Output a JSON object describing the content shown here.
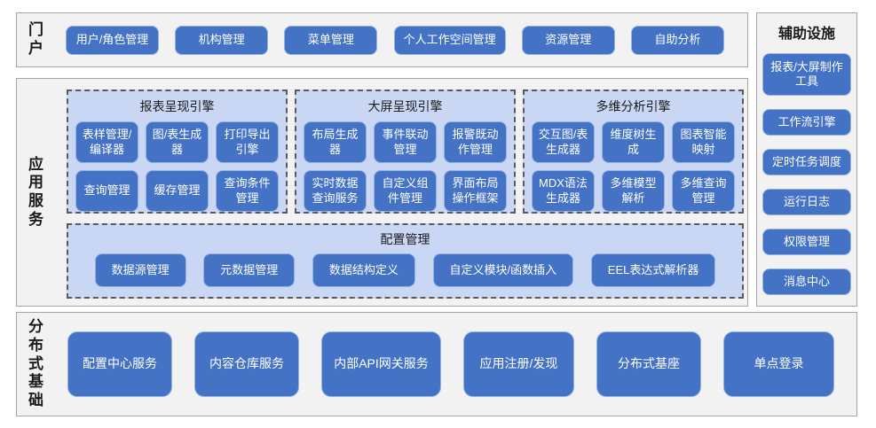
{
  "portal": {
    "label": "门户",
    "items": [
      "用户/角色管理",
      "机构管理",
      "菜单管理",
      "个人工作空间管理",
      "资源管理",
      "自助分析"
    ]
  },
  "app_services": {
    "label": "应用服务",
    "engines": [
      {
        "title": "报表呈现引擎",
        "items": [
          "表样管理/编译器",
          "图/表生成器",
          "打印导出引擎",
          "查询管理",
          "缓存管理",
          "查询条件管理"
        ]
      },
      {
        "title": "大屏呈现引擎",
        "items": [
          "布局生成器",
          "事件联动管理",
          "报警既动作管理",
          "实时数据查询服务",
          "自定义组件管理",
          "界面布局操作框架"
        ]
      },
      {
        "title": "多维分析引擎",
        "items": [
          "交互图/表生成器",
          "维度树生成",
          "图表智能映射",
          "MDX语法生成器",
          "多维模型解析",
          "多维查询管理"
        ]
      }
    ],
    "config": {
      "title": "配置管理",
      "items": [
        "数据源管理",
        "元数据管理",
        "数据结构定义",
        "自定义模块/函数插入",
        "EEL表达式解析器"
      ]
    }
  },
  "distributed": {
    "label": "分布式基础",
    "items": [
      "配置中心服务",
      "内容仓库服务",
      "内部API网关服务",
      "应用注册/发现",
      "分布式基座",
      "单点登录"
    ]
  },
  "auxiliary": {
    "label": "辅助设施",
    "items": [
      "报表/大屏制作工具",
      "工作流引擎",
      "定时任务调度",
      "运行日志",
      "权限管理",
      "消息中心"
    ]
  },
  "colors": {
    "button_fill": "#4472c4",
    "button_border": "#94b3e0",
    "panel_fill": "#c9d7f4",
    "panel_border_dashed": "#595959",
    "section_fill": "#f2f2f2",
    "section_border": "#a6a6a6",
    "text_on_button": "#ffffff"
  }
}
